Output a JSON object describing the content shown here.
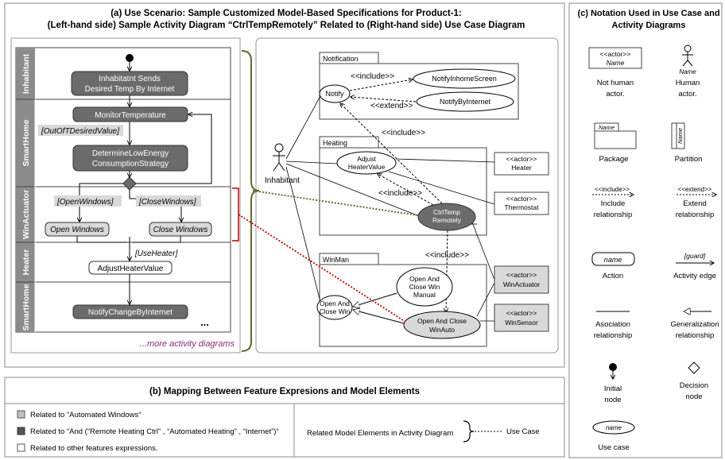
{
  "title_a_line1": "(a)      Use Scenario: Sample Customized Model-Based Specifications for Product-1:",
  "title_a_line2": "(Left-hand side)  Sample Activity Diagram “CtrlTempRemotely” Related to  (Right-hand side) Use Case Diagram",
  "title_c_line1": "(c) Notation Used in Use Case and",
  "title_c_line2": "Activity Diagrams",
  "activity": {
    "partitions": [
      "Inhabitant",
      "SmartHome",
      "WinActuator",
      "Heater",
      "SmartHome"
    ],
    "actions": {
      "sends_l1": "Inhabitatnt Sends",
      "sends_l2": "Desired Temp By Internet",
      "monitor": "MonitorTemperature",
      "determine_l1": "DetermineLowEnergy",
      "determine_l2": "ConsumptionStrategy",
      "open_windows": "Open Windows",
      "close_windows": "Close Windows",
      "adjust": "AdjustHeaterValue",
      "notify": "NotifyChangeByInternet"
    },
    "guards": {
      "out_of_desired": "[OutOfTDesiredValue]",
      "open_windows": "[OpenWindows]",
      "close_windows": "[CloseWindows]",
      "use_heater": "[UseHeater]"
    },
    "ellipsis": "...",
    "more": "...more activity diagrams"
  },
  "usecase": {
    "actor_inhabitant": "Inhabitant",
    "packages": {
      "notification": "Notification",
      "heating": "Heating",
      "winman": "WinMan"
    },
    "cases": {
      "notify": "Notify",
      "inhome": "NotifyInhomeScreen",
      "byinternet": "NotifyByInternet",
      "adjust_l1": "Adjust",
      "adjust_l2": "HeaterValue",
      "ctrl_l1": "CtrlTemp",
      "ctrl_l2": "Remotely",
      "manual_l1": "Open And",
      "manual_l2": "Close Win",
      "manual_l3": "Manual",
      "openclose_l1": "Open And",
      "openclose_l2": "Close Win",
      "auto_l1": "Open And Close",
      "auto_l2": "WinAuto"
    },
    "actors": {
      "stereo": "<<actor>>",
      "heater": "Heater",
      "thermostat": "Thermostat",
      "winactuator": "WinActuator",
      "winsensor": "WinSensor"
    },
    "labels": {
      "include": "<<include>>",
      "extend": "<<extend>>"
    }
  },
  "mapping": {
    "title": "(b) Mapping Between Feature Expresions and Model Elements",
    "legend": [
      "Related to “Automated Windows“",
      "Related to  “And (“Remote Heating Ctrl” , “Automated Heating” , “Internet”)“",
      "Related to  other features expressions."
    ],
    "related": "Related Model Elements in Activity Diagram",
    "usecase": "Use Case"
  },
  "notation": {
    "stereo": "<<actor>>",
    "name": "Name",
    "not_human_l1": "Not human",
    "not_human_l2": "actor.",
    "human_l1": "Human",
    "human_l2": "actor.",
    "package": "Package",
    "partition": "Partition",
    "include_tag": "<<include>>",
    "extend_tag": "<<extend>>",
    "include_l1": "Include",
    "include_l2": "relationship",
    "extend_l1": "Extend",
    "extend_l2": "relationship",
    "name_lower": "name",
    "guard": "[guard]",
    "action": "Action",
    "activity_edge": "Activity edge",
    "association_l1": "Asociation",
    "association_l2": "relationship",
    "generalization_l1": "Generalization",
    "generalization_l2": "relationship",
    "initial_l1": "Initial",
    "initial_l2": "node",
    "decision_l1": "Decision",
    "decision_l2": "node",
    "use_case": "Use case"
  },
  "colors": {
    "dark_fill": "#6b6b6b",
    "light_fill": "#d9d9d9",
    "bracket_olive": "#5e6b2e",
    "bracket_red": "#c00000",
    "more_text": "#8b2d6e"
  }
}
